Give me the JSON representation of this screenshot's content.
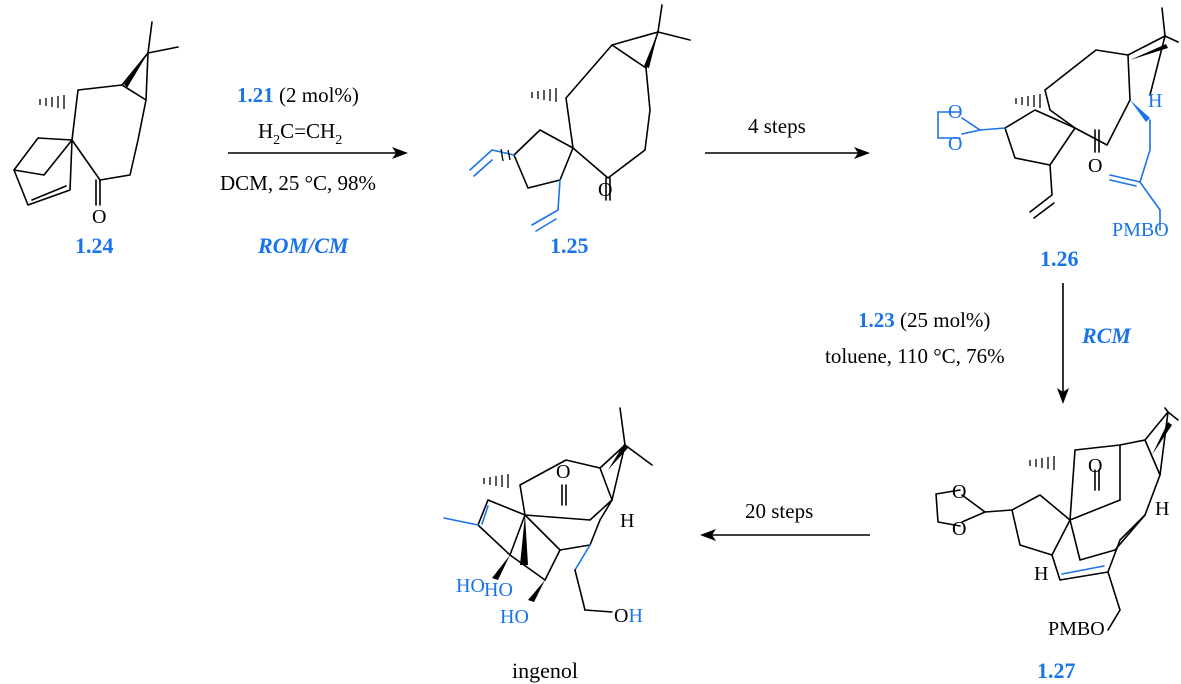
{
  "colors": {
    "highlight": "#1a73e8",
    "text": "#000000",
    "background": "#ffffff"
  },
  "compounds": {
    "c124": {
      "label": "1.24"
    },
    "c125": {
      "label": "1.25"
    },
    "c126": {
      "label": "1.26"
    },
    "c127": {
      "label": "1.27"
    },
    "ingenol": {
      "label": "ingenol"
    }
  },
  "reactions": {
    "step1": {
      "catalyst": "1.21",
      "loading": " (2 mol%)",
      "reagent_h2c": "H",
      "reagent_sub1": "2",
      "reagent_mid": "C=CH",
      "reagent_sub2": "2",
      "conditions": "DCM, 25 °C, 98%",
      "name": "ROM/CM"
    },
    "step2": {
      "conditions": "4 steps"
    },
    "step3": {
      "catalyst": "1.23",
      "loading": " (25 mol%)",
      "conditions": "toluene, 110 °C, 76%",
      "name": "RCM"
    },
    "step4": {
      "conditions": "20 steps"
    }
  },
  "atoms": {
    "O": "O",
    "H": "H",
    "PMBO": "PMBO",
    "HO": "HO",
    "OH_O": "O",
    "OH_H": "H"
  }
}
